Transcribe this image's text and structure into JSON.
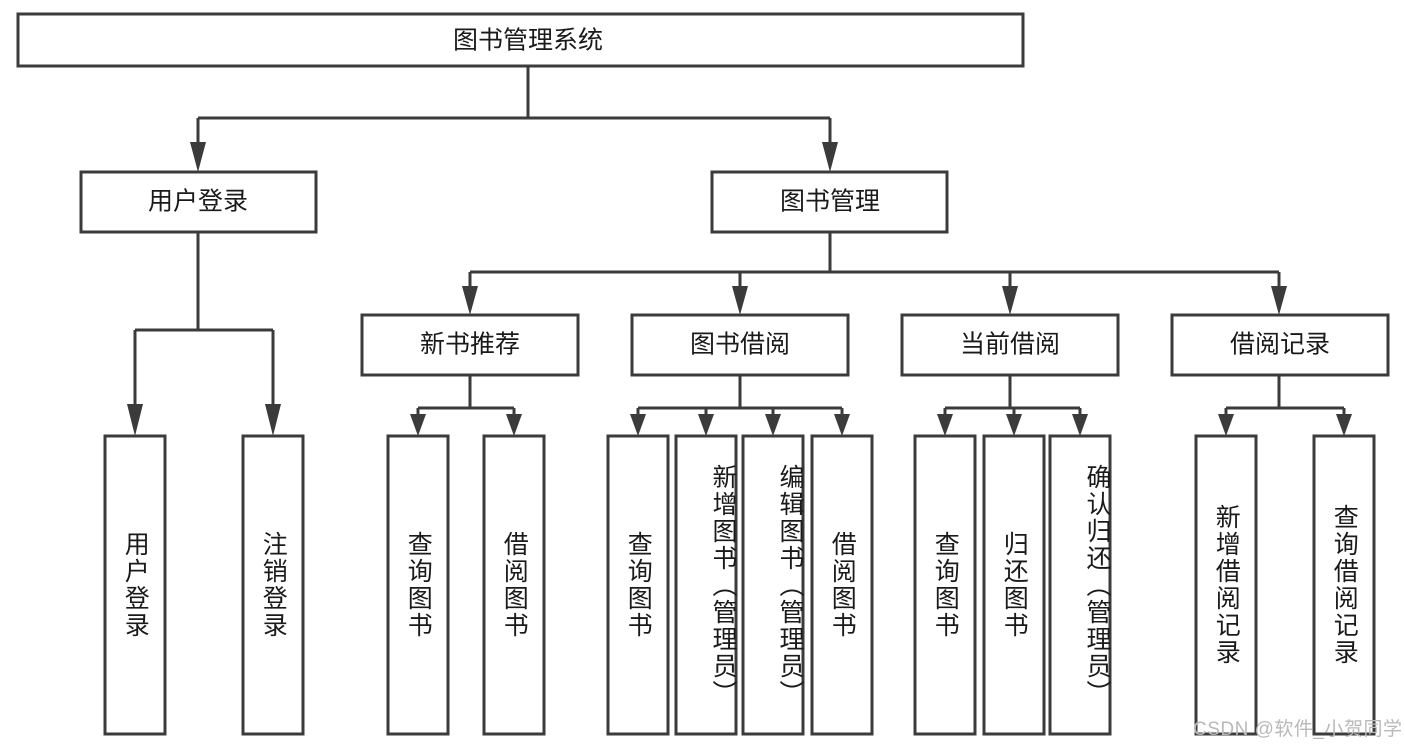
{
  "diagram": {
    "type": "tree",
    "title": "图书管理系统",
    "orientation": "top-down",
    "style": {
      "box_fill": "#ffffff",
      "box_stroke": "#3b3b3b",
      "text_color": "#1a1a1a",
      "background": "#ffffff",
      "watermark_color": "#b9b9b9"
    },
    "root": {
      "label": "图书管理系统"
    },
    "level2": [
      {
        "label": "用户登录"
      },
      {
        "label": "图书管理"
      }
    ],
    "level3": [
      {
        "label": "新书推荐"
      },
      {
        "label": "图书借阅"
      },
      {
        "label": "当前借阅"
      },
      {
        "label": "借阅记录"
      }
    ],
    "leaves": {
      "user_login": [
        {
          "label": "用户登录"
        },
        {
          "label": "注销登录"
        }
      ],
      "new_book_recommend": [
        {
          "label": "查询图书"
        },
        {
          "label": "借阅图书"
        }
      ],
      "book_borrow": [
        {
          "label": "查询图书"
        },
        {
          "label": "新增图书（管理员）"
        },
        {
          "label": "编辑图书（管理员）"
        },
        {
          "label": "借阅图书"
        }
      ],
      "current_borrow": [
        {
          "label": "查询图书"
        },
        {
          "label": "归还图书"
        },
        {
          "label": "确认归还（管理员）"
        }
      ],
      "borrow_record": [
        {
          "label": "新增借阅记录"
        },
        {
          "label": "查询借阅记录"
        }
      ]
    }
  },
  "watermark": {
    "text": "CSDN @软件_小贺同学"
  }
}
